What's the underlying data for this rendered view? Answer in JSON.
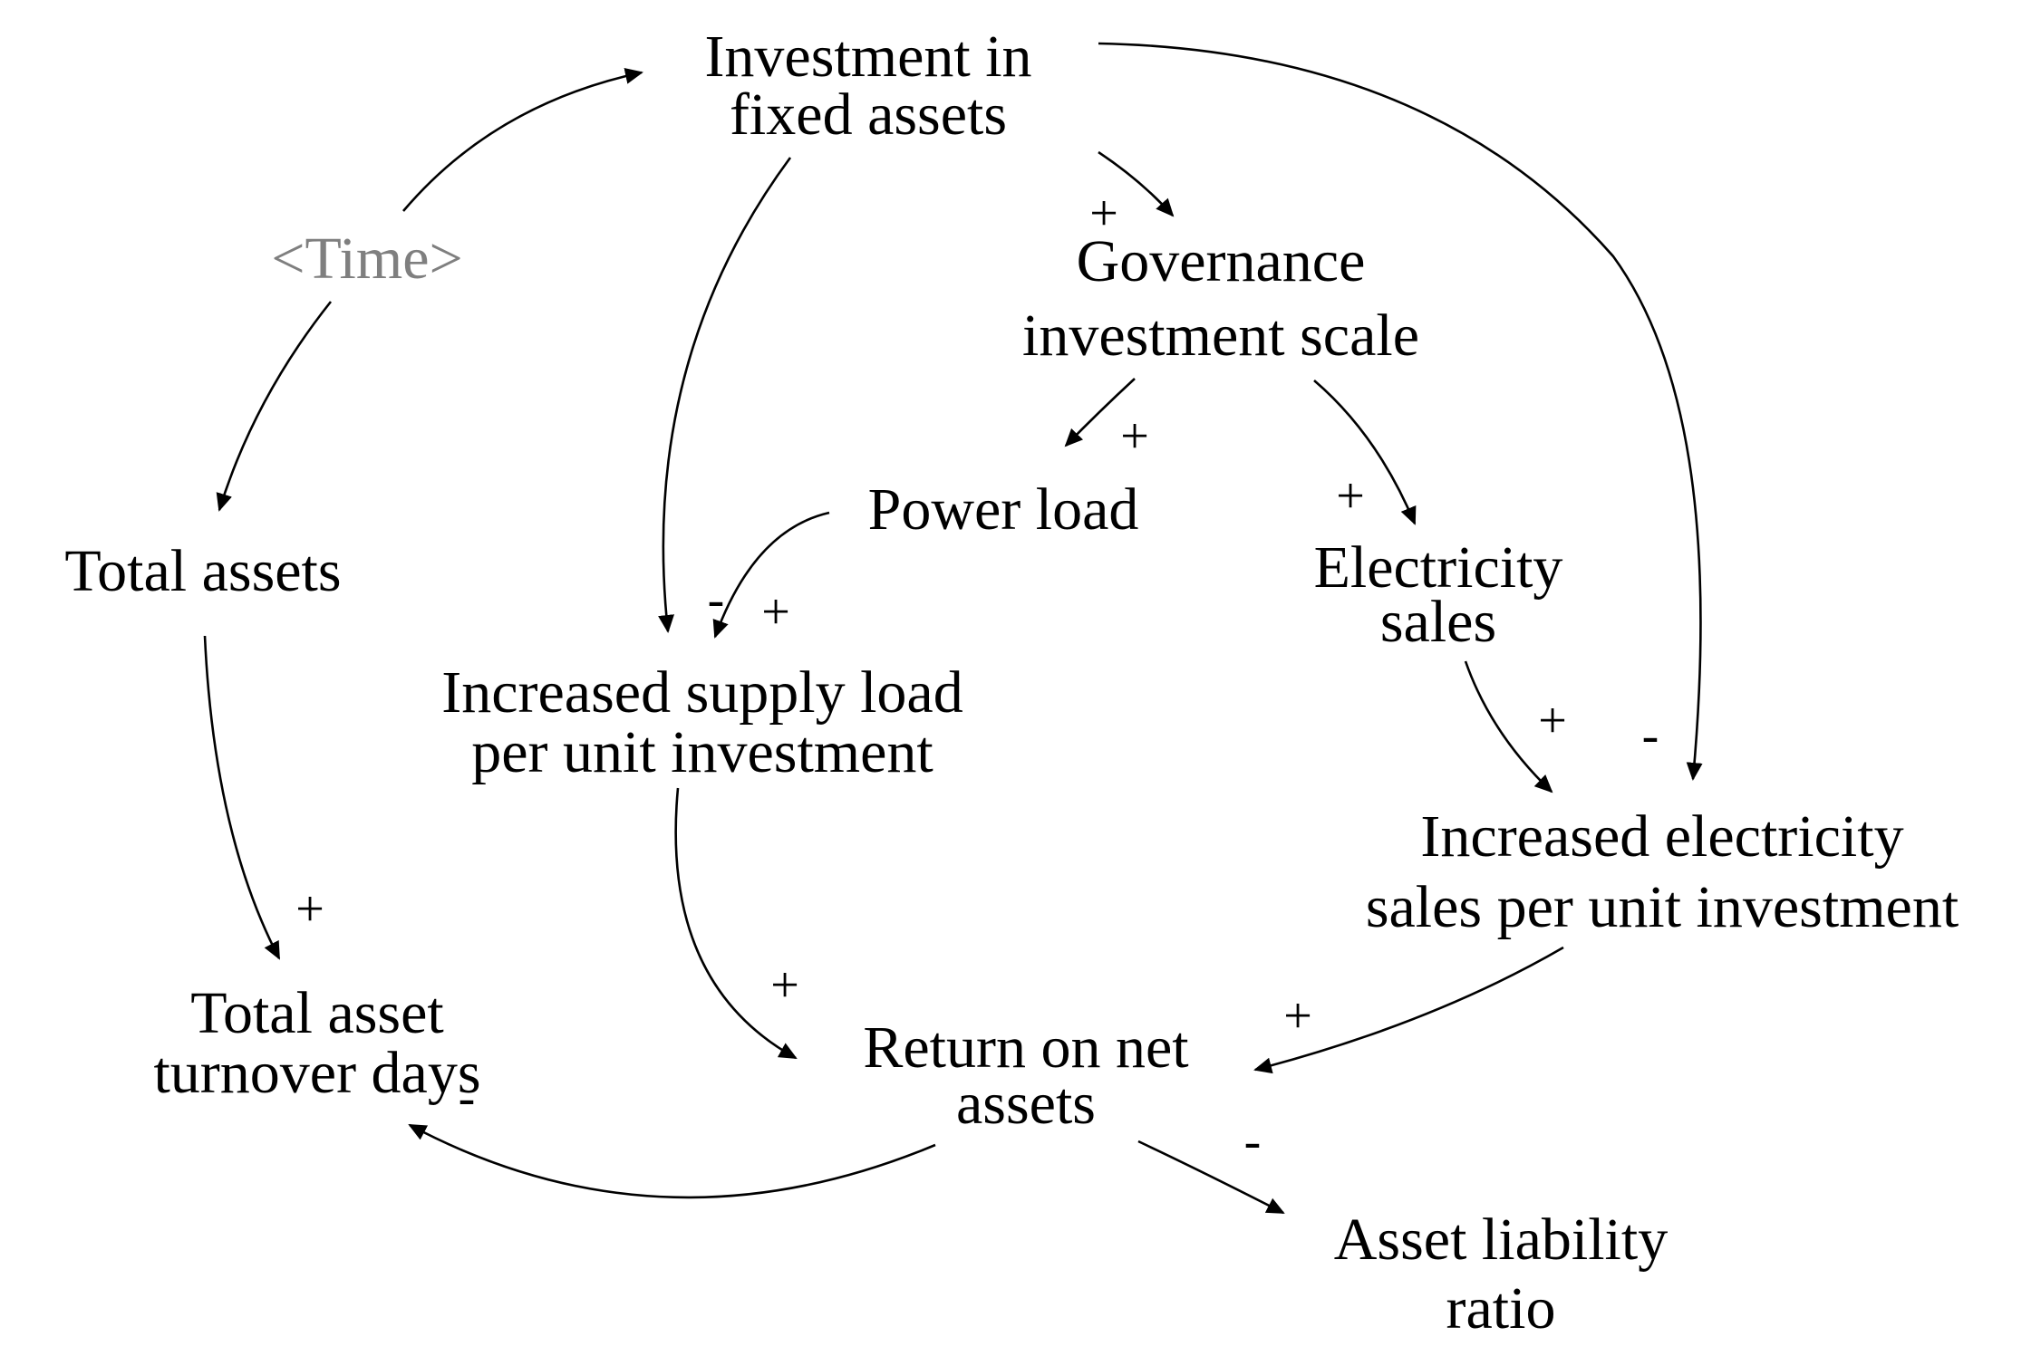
{
  "nodes": {
    "investment_fixed_assets": [
      "Investment in",
      "fixed assets"
    ],
    "time": [
      "<Time>"
    ],
    "governance_investment_scale": [
      "Governance",
      "investment scale"
    ],
    "power_load": [
      "Power load"
    ],
    "total_assets": [
      "Total assets"
    ],
    "electricity_sales": [
      "Electricity",
      "sales"
    ],
    "increased_supply_load": [
      "Increased supply load",
      "per unit investment"
    ],
    "increased_electricity_sales": [
      "Increased electricity",
      "sales per unit investment"
    ],
    "total_asset_turnover_days": [
      "Total asset",
      "turnover days"
    ],
    "return_on_net_assets": [
      "Return on net",
      "assets"
    ],
    "asset_liability_ratio": [
      "Asset liability",
      "ratio"
    ]
  },
  "links": [
    {
      "id": "time-to-investment",
      "from": "<Time>",
      "to": "Investment in fixed assets",
      "polarity": ""
    },
    {
      "id": "time-to-total-assets",
      "from": "<Time>",
      "to": "Total assets",
      "polarity": ""
    },
    {
      "id": "investment-to-governance",
      "from": "Investment in fixed assets",
      "to": "Governance investment scale",
      "polarity": "+"
    },
    {
      "id": "investment-to-supply-load",
      "from": "Investment in fixed assets",
      "to": "Increased supply load per unit investment",
      "polarity": "-"
    },
    {
      "id": "investment-to-electricity-per-unit",
      "from": "Investment in fixed assets",
      "to": "Increased electricity sales per unit investment",
      "polarity": "-"
    },
    {
      "id": "governance-to-power-load",
      "from": "Governance investment scale",
      "to": "Power load",
      "polarity": "+"
    },
    {
      "id": "governance-to-electricity-sales",
      "from": "Governance investment scale",
      "to": "Electricity sales",
      "polarity": "+"
    },
    {
      "id": "power-load-to-supply-load",
      "from": "Power load",
      "to": "Increased supply load per unit investment",
      "polarity": "+"
    },
    {
      "id": "electricity-sales-to-per-unit",
      "from": "Electricity sales",
      "to": "Increased electricity sales per unit investment",
      "polarity": "+"
    },
    {
      "id": "total-assets-to-turnover",
      "from": "Total assets",
      "to": "Total asset turnover days",
      "polarity": "+"
    },
    {
      "id": "supply-load-to-return",
      "from": "Increased supply load per unit investment",
      "to": "Return on net assets",
      "polarity": "+"
    },
    {
      "id": "electricity-per-unit-to-return",
      "from": "Increased electricity sales per unit investment",
      "to": "Return on net assets",
      "polarity": "+"
    },
    {
      "id": "return-to-turnover",
      "from": "Return on net assets",
      "to": "Total asset turnover days",
      "polarity": "-"
    },
    {
      "id": "return-to-liability",
      "from": "Return on net assets",
      "to": "Asset liability ratio",
      "polarity": "-"
    }
  ]
}
